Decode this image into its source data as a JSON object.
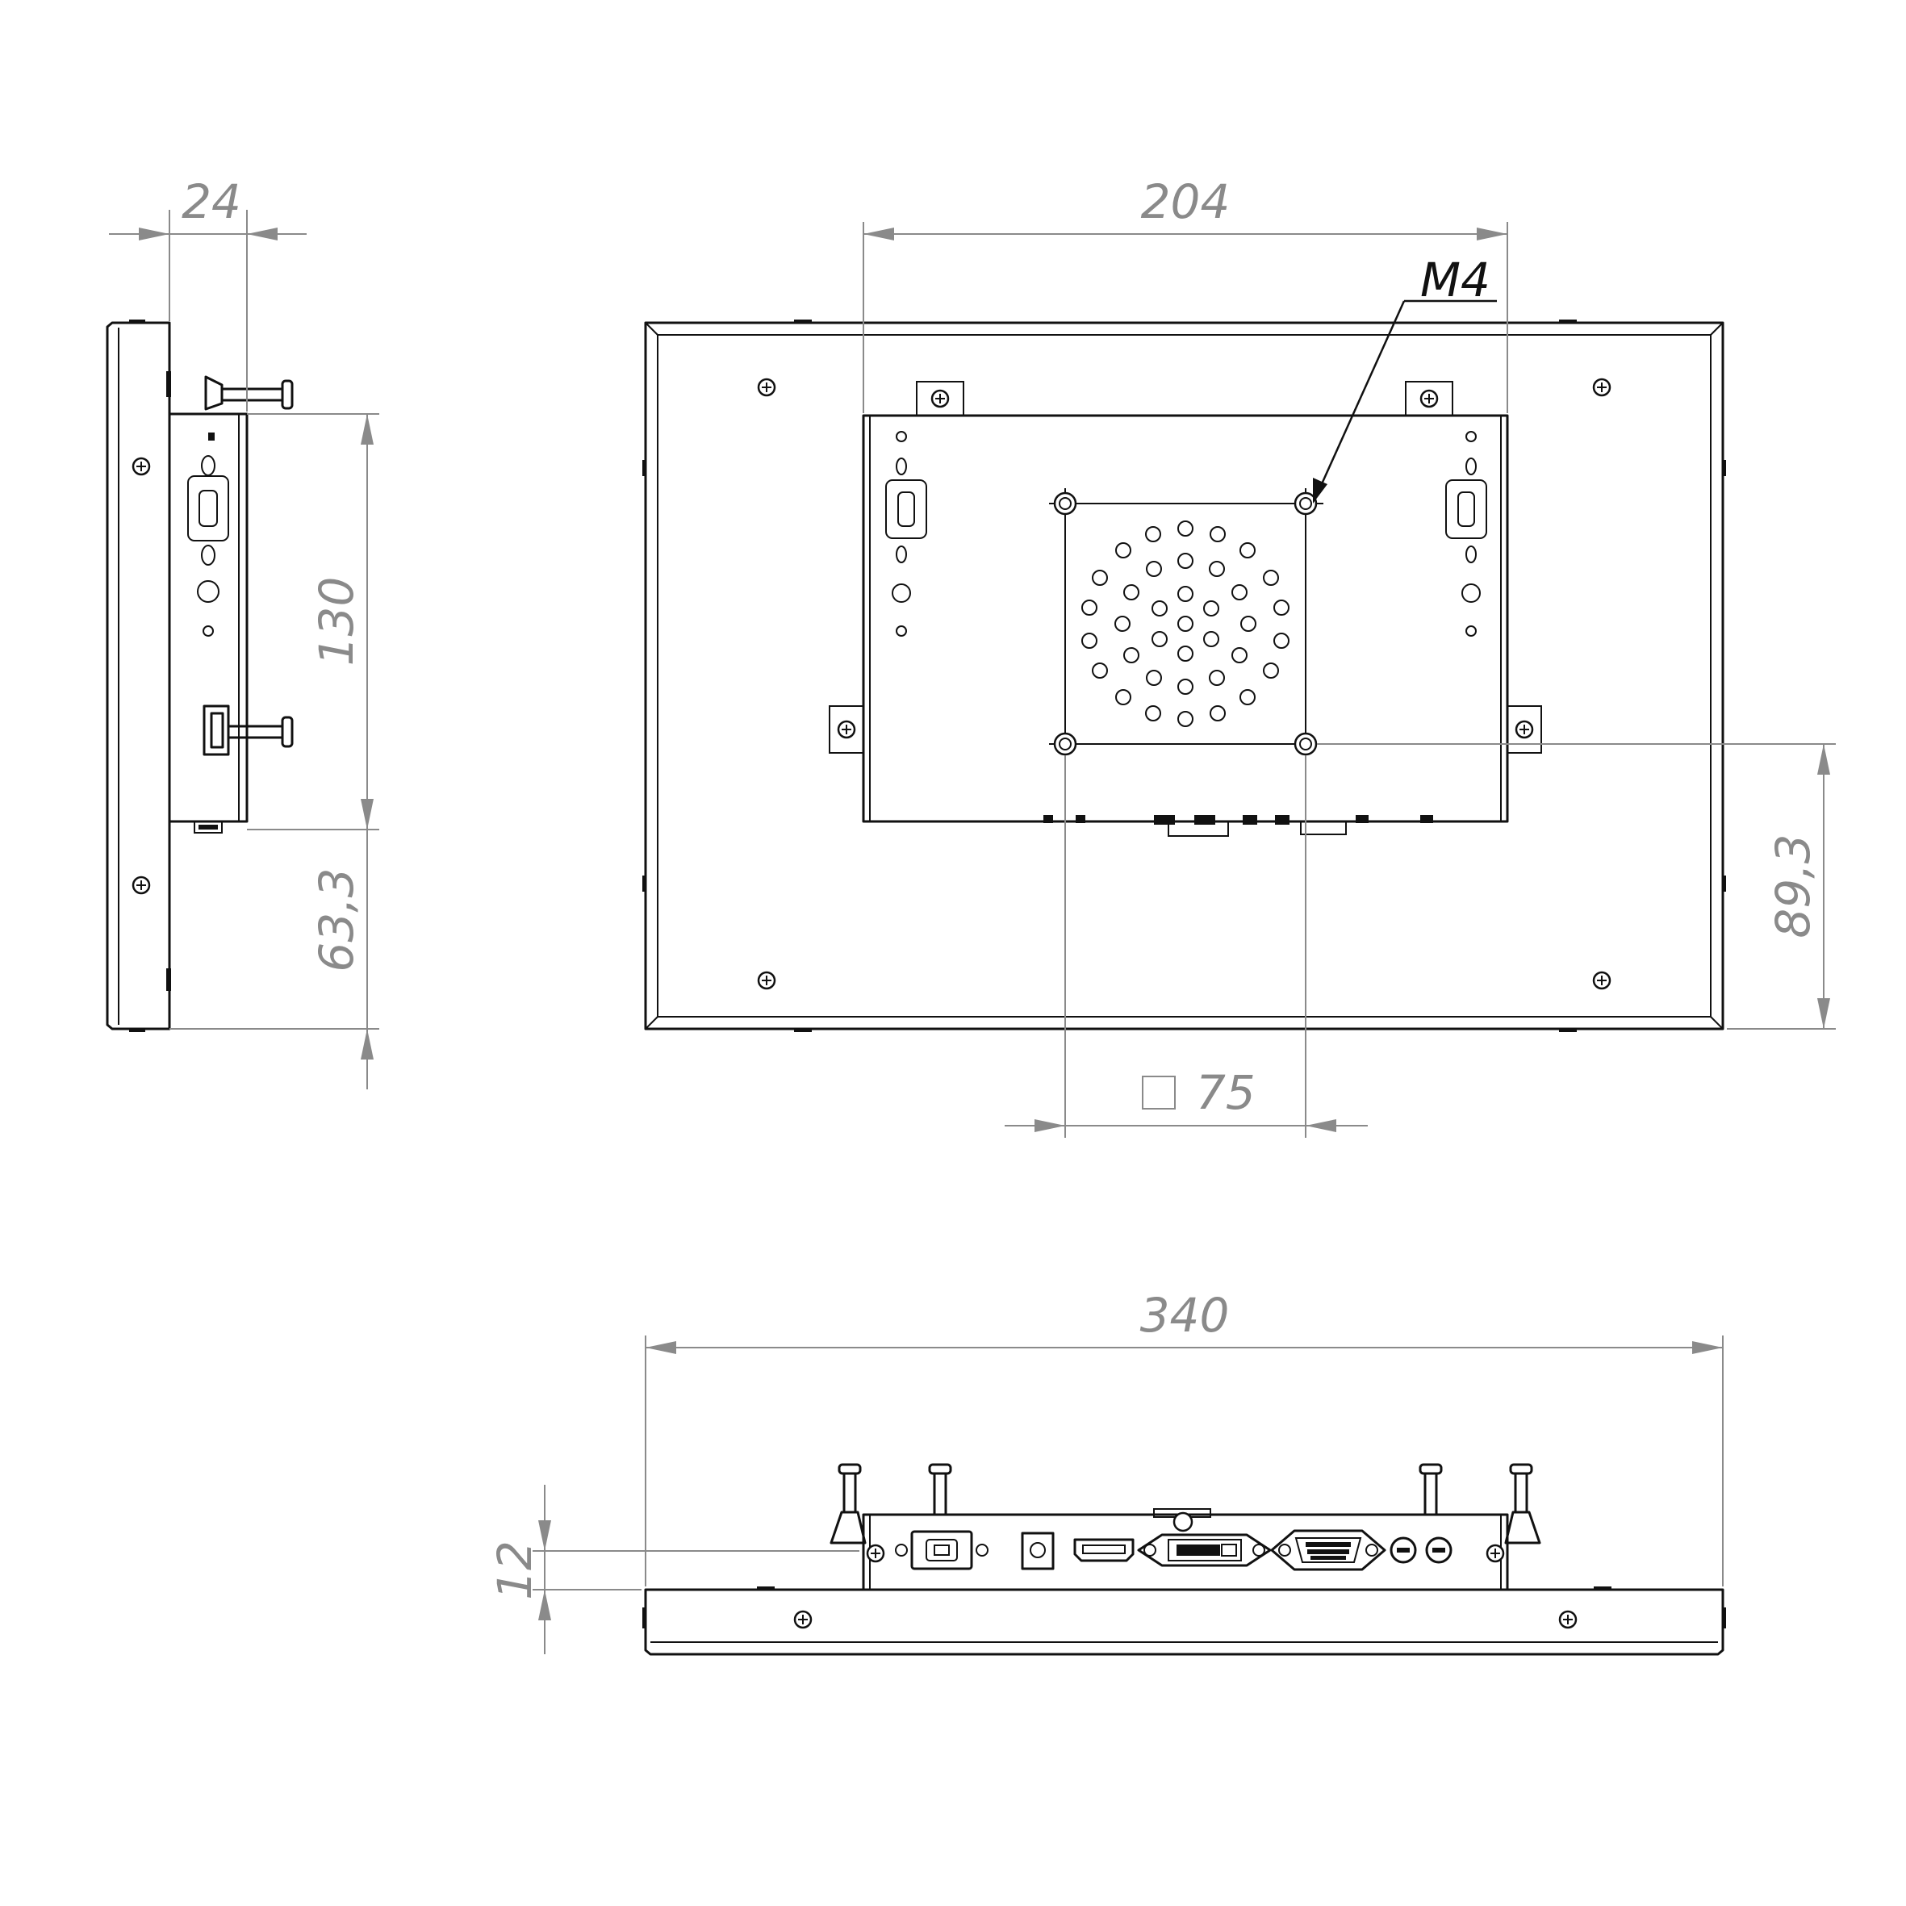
{
  "dimensions": {
    "side_depth": "24",
    "side_mount_height": "130",
    "side_bottom_offset": "63,3",
    "rear_bracket_width": "204",
    "rear_vesa_offset": "89,3",
    "vesa_pattern": "75",
    "bottom_total_width": "340",
    "bottom_bracket_height": "12"
  },
  "callouts": {
    "thread": "M4"
  },
  "colors": {
    "outline": "#111111",
    "dimension": "#8a8a8a"
  },
  "icons": {
    "vesa_square": "square-symbol"
  }
}
